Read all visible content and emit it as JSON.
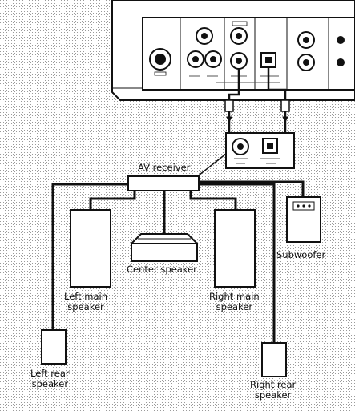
{
  "labels": {
    "av_receiver": "AV receiver",
    "subwoofer": "Subwoofer",
    "center_speaker": "Center speaker",
    "left_main_speaker": [
      "Left main",
      "speaker"
    ],
    "right_main_speaker": [
      "Right main",
      "speaker"
    ],
    "left_rear_speaker": [
      "Left rear",
      "speaker"
    ],
    "right_rear_speaker": [
      "Right rear",
      "speaker"
    ]
  },
  "colors": {
    "background_stipple": "#bdbdbd",
    "line": "#111111",
    "panel": "#ffffff"
  }
}
